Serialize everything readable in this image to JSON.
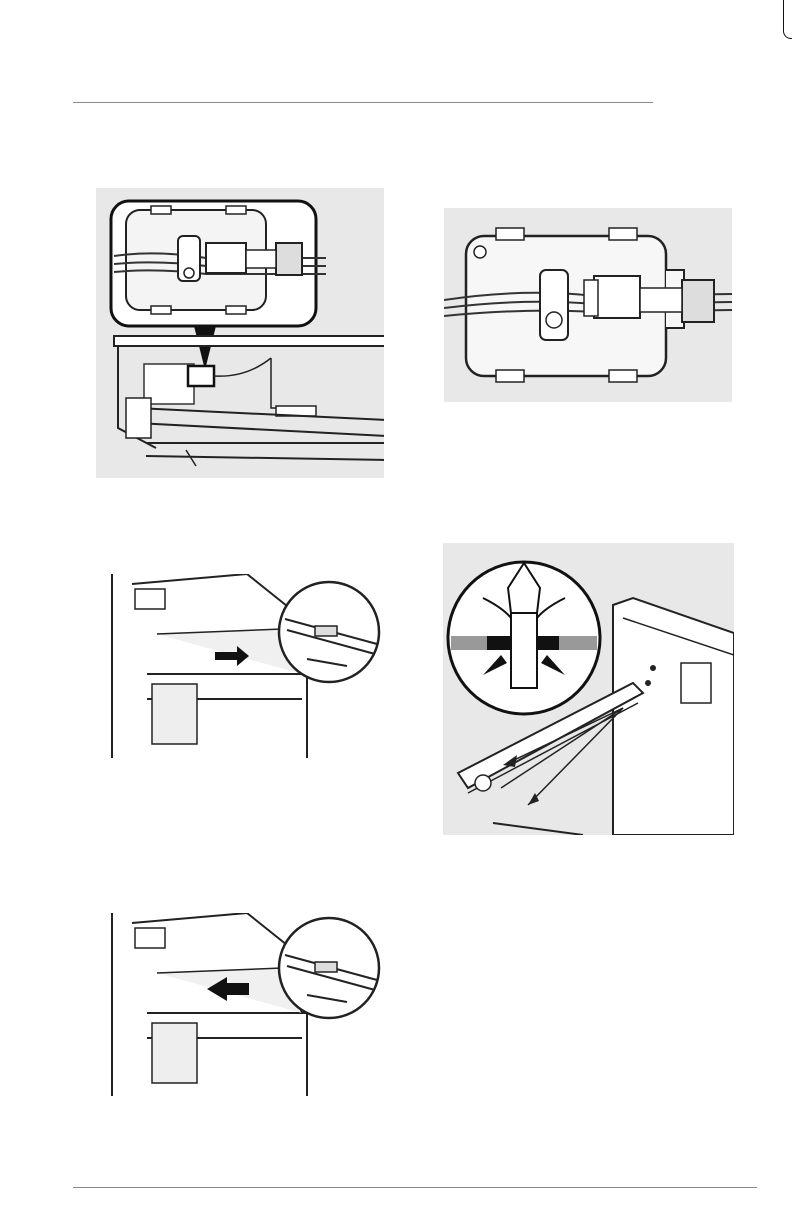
{
  "page": {
    "figures": [
      {
        "id": "fig-harness-connector-location",
        "icon": "wire-harness-connector-diagram"
      },
      {
        "id": "fig-connector-detail",
        "icon": "connector-housing-diagram"
      },
      {
        "id": "fig-drawer-slide-release",
        "icon": "drawer-slide-arrow-diagram"
      },
      {
        "id": "fig-retainer-clip-release",
        "icon": "push-pin-clip-diagram"
      },
      {
        "id": "fig-drawer-slide-install",
        "icon": "drawer-slide-arrow-diagram"
      }
    ]
  }
}
